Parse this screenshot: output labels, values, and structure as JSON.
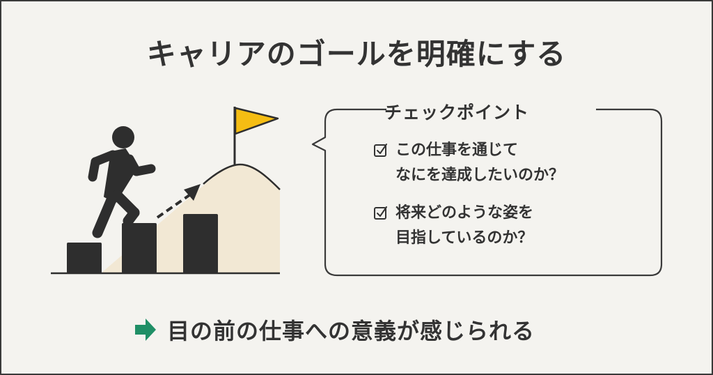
{
  "title": "キャリアのゴールを明確にする",
  "checkpoint": {
    "heading": "チェックポイント",
    "items": [
      {
        "icon": "checkbox-icon",
        "text": "この仕事を通じて\nなにを達成したいのか？"
      },
      {
        "icon": "checkbox-icon",
        "text": "将来どのような姿を\n目指しているのか？"
      }
    ]
  },
  "conclusion": {
    "icon": "right-arrow-icon",
    "text": "目の前の仕事への意義が感じられる"
  },
  "colors": {
    "background": "#f4f3ef",
    "text": "#333333",
    "flag": "#f5bd13",
    "hill": "#f2e8d4",
    "arrow_green": "#1f8f66",
    "dark": "#2e2e2e"
  }
}
